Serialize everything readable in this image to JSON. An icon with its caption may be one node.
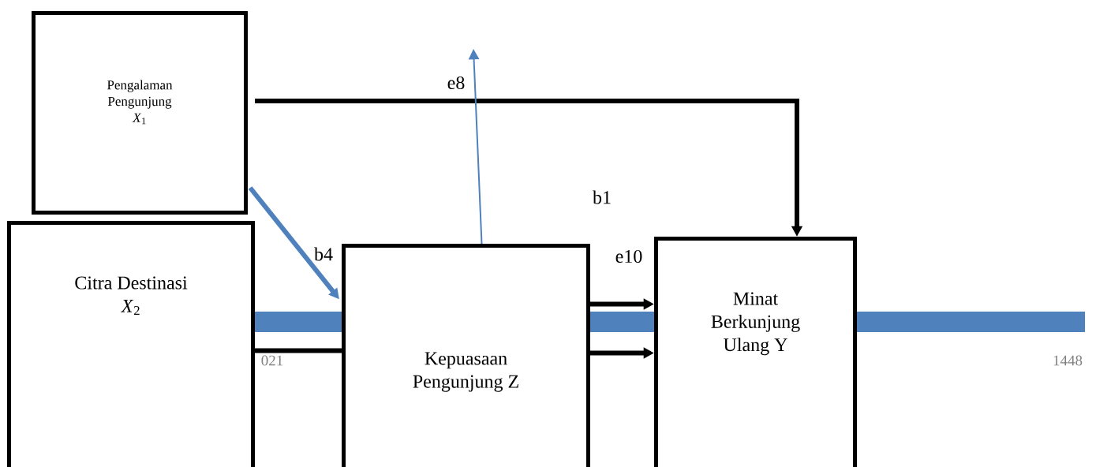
{
  "diagram": {
    "nodes": [
      {
        "text": [
          "Pengalaman Pengunjung",
          "*X*$_{1}$"
        ]
      },
      {
        "text": [
          "Citra Destinasi",
          "*X*$_{2}$"
        ]
      },
      {
        "text": [
          "Kepuasaan Pengunjung Z"
        ]
      },
      {
        "text": [
          "Minat Berkunjung Ulang Y"
        ]
      }
    ],
    "edges": [
      {
        "from": 0,
        "to": 3,
        "arrow": "to"
      },
      {
        "from": 0,
        "to": 2,
        "arrow": "to",
        "color": "#4f81bd"
      },
      {
        "from": 2,
        "to": null,
        "arrow": "to",
        "color": "#4f81bd"
      },
      {
        "from": 1,
        "to": 2,
        "arrow": "none"
      },
      {
        "from": 2,
        "to": 3,
        "arrow": "to"
      },
      {
        "from": 2,
        "to": 3,
        "arrow": "to"
      }
    ],
    "labels": [
      "e8",
      "b1",
      "b4",
      "e10",
      "021",
      "1448"
    ]
  }
}
